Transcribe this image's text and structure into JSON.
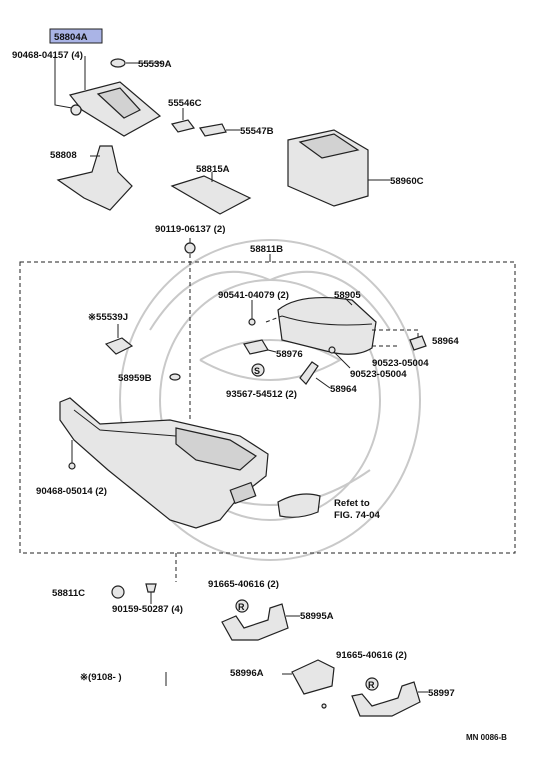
{
  "labels": {
    "p58804a": "58804A",
    "p90468_04157": "90468-04157 (4)",
    "p55539a": "55539A",
    "p55546c": "55546C",
    "p55547b": "55547B",
    "p58808": "58808",
    "p58815a": "58815A",
    "p58960c": "58960C",
    "p90119": "90119-06137 (2)",
    "p58811b": "58811B",
    "p90541": "90541-04079 (2)",
    "p58905": "58905",
    "p55539j": "※55539J",
    "p58976": "58976",
    "p58964a": "58964",
    "p90523a": "90523-05004",
    "p90523b": "90523-05004",
    "p58959b": "58959B",
    "p93567": "93567-54512 (2)",
    "p58964b": "58964",
    "p90468_05014": "90468-05014 (2)",
    "refer1": "Refet to",
    "refer2": "FIG. 74-04",
    "p58811c": "58811C",
    "p90159": "90159-50287 (4)",
    "p91665a": "91665-40616 (2)",
    "p58995a": "58995A",
    "p91665b": "91665-40616 (2)",
    "p58996a": "58996A",
    "p58997": "58997",
    "footnote": "※(9108-        )",
    "code": "MN 0086-B"
  },
  "colors": {
    "highlight": "#aab4e6",
    "line": "#222222",
    "watermark": "#c9c9c9"
  }
}
